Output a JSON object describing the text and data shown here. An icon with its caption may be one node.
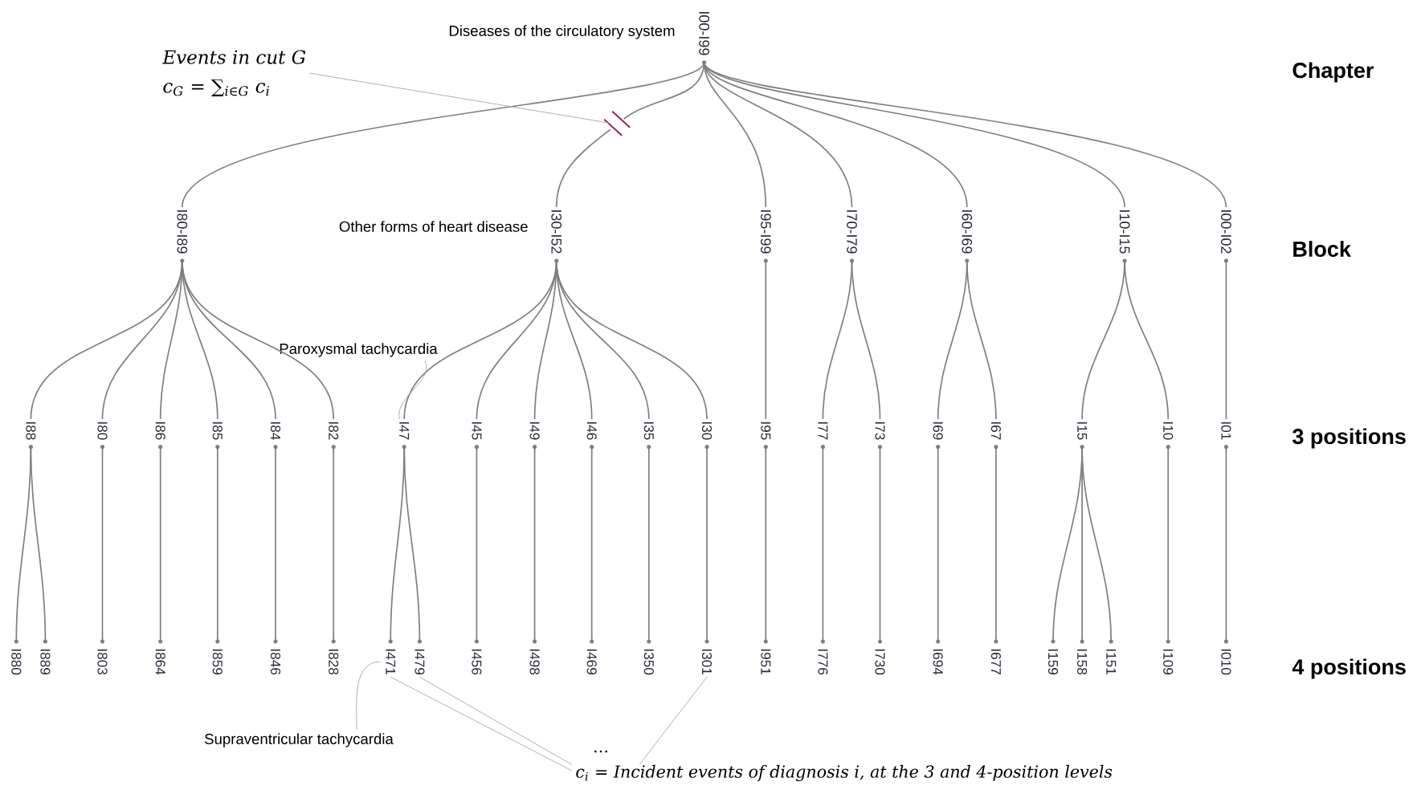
{
  "diagram": {
    "nodes": [
      {
        "text": [
          "I00-I99"
        ],
        "beside": [
          "Diseases of the circulatory system"
        ]
      },
      {
        "text": [
          "I80-I89"
        ]
      },
      {
        "text": [
          "I30-I52"
        ],
        "beside": [
          "Other forms of heart disease"
        ]
      },
      {
        "text": [
          "I95-I99"
        ]
      },
      {
        "text": [
          "I70-I79"
        ]
      },
      {
        "text": [
          "I60-I69"
        ]
      },
      {
        "text": [
          "I10-I15"
        ]
      },
      {
        "text": [
          "I00-I02"
        ]
      },
      {
        "text": [
          "I88"
        ]
      },
      {
        "text": [
          "I80"
        ]
      },
      {
        "text": [
          "I86"
        ]
      },
      {
        "text": [
          "I85"
        ]
      },
      {
        "text": [
          "I84"
        ]
      },
      {
        "text": [
          "I82"
        ]
      },
      {
        "text": [
          "I47"
        ]
      },
      {
        "text": [
          "I45"
        ]
      },
      {
        "text": [
          "I49"
        ]
      },
      {
        "text": [
          "I46"
        ]
      },
      {
        "text": [
          "I35"
        ]
      },
      {
        "text": [
          "I30"
        ]
      },
      {
        "text": [
          "I95"
        ]
      },
      {
        "text": [
          "I77"
        ]
      },
      {
        "text": [
          "I73"
        ]
      },
      {
        "text": [
          "I69"
        ]
      },
      {
        "text": [
          "I67"
        ]
      },
      {
        "text": [
          "I15"
        ]
      },
      {
        "text": [
          "I10"
        ]
      },
      {
        "text": [
          "I01"
        ]
      },
      {
        "text": [
          "I880"
        ]
      },
      {
        "text": [
          "I889"
        ]
      },
      {
        "text": [
          "I803"
        ]
      },
      {
        "text": [
          "I864"
        ]
      },
      {
        "text": [
          "I859"
        ]
      },
      {
        "text": [
          "I846"
        ]
      },
      {
        "text": [
          "I828"
        ]
      },
      {
        "text": [
          "I471"
        ]
      },
      {
        "text": [
          "I479"
        ]
      },
      {
        "text": [
          "I456"
        ]
      },
      {
        "text": [
          "I498"
        ]
      },
      {
        "text": [
          "I469"
        ]
      },
      {
        "text": [
          "I350"
        ]
      },
      {
        "text": [
          "I301"
        ]
      },
      {
        "text": [
          "I951"
        ]
      },
      {
        "text": [
          "I776"
        ]
      },
      {
        "text": [
          "I730"
        ]
      },
      {
        "text": [
          "I694"
        ]
      },
      {
        "text": [
          "I677"
        ]
      },
      {
        "text": [
          "I159"
        ]
      },
      {
        "text": [
          "I158"
        ]
      },
      {
        "text": [
          "I151"
        ]
      },
      {
        "text": [
          "I109"
        ]
      },
      {
        "text": [
          "I010"
        ]
      },
      {
        "text": [
          "Paroxysmal tachycardia"
        ]
      },
      {
        "text": [
          "Supraventricular tachycardia"
        ]
      },
      {
        "text": [
          "c$_{i}$ = Incident events of diagnosis i, at the 3 and 4-position levels"
        ],
        "beside": [
          "…"
        ]
      },
      {
        "text": [
          "Events in cut G",
          "c$_{G}$ = ∑$_{i∈G}$ c$_{i}$"
        ]
      },
      {
        "text": [],
        "shape": "slash"
      }
    ],
    "edges": [
      {
        "from": 0,
        "to": 1,
        "arrow": "none"
      },
      {
        "from": 0,
        "to": 56,
        "arrow": "none"
      },
      {
        "from": 56,
        "to": 2,
        "arrow": "none"
      },
      {
        "from": 0,
        "to": 3,
        "arrow": "none"
      },
      {
        "from": 0,
        "to": 4,
        "arrow": "none"
      },
      {
        "from": 0,
        "to": 5,
        "arrow": "none"
      },
      {
        "from": 0,
        "to": 6,
        "arrow": "none"
      },
      {
        "from": 0,
        "to": 7,
        "arrow": "none"
      },
      {
        "from": 1,
        "to": 8,
        "arrow": "none"
      },
      {
        "from": 1,
        "to": 9,
        "arrow": "none"
      },
      {
        "from": 1,
        "to": 10,
        "arrow": "none"
      },
      {
        "from": 1,
        "to": 11,
        "arrow": "none"
      },
      {
        "from": 1,
        "to": 12,
        "arrow": "none"
      },
      {
        "from": 1,
        "to": 13,
        "arrow": "none"
      },
      {
        "from": 2,
        "to": 14,
        "arrow": "none"
      },
      {
        "from": 2,
        "to": 15,
        "arrow": "none"
      },
      {
        "from": 2,
        "to": 16,
        "arrow": "none"
      },
      {
        "from": 2,
        "to": 17,
        "arrow": "none"
      },
      {
        "from": 2,
        "to": 18,
        "arrow": "none"
      },
      {
        "from": 2,
        "to": 19,
        "arrow": "none"
      },
      {
        "from": 3,
        "to": 20,
        "arrow": "none"
      },
      {
        "from": 4,
        "to": 21,
        "arrow": "none"
      },
      {
        "from": 4,
        "to": 22,
        "arrow": "none"
      },
      {
        "from": 5,
        "to": 23,
        "arrow": "none"
      },
      {
        "from": 5,
        "to": 24,
        "arrow": "none"
      },
      {
        "from": 6,
        "to": 25,
        "arrow": "none"
      },
      {
        "from": 6,
        "to": 26,
        "arrow": "none"
      },
      {
        "from": 7,
        "to": 27,
        "arrow": "none"
      },
      {
        "from": 8,
        "to": 28,
        "arrow": "none"
      },
      {
        "from": 8,
        "to": 29,
        "arrow": "none"
      },
      {
        "from": 9,
        "to": 30,
        "arrow": "none"
      },
      {
        "from": 10,
        "to": 31,
        "arrow": "none"
      },
      {
        "from": 11,
        "to": 32,
        "arrow": "none"
      },
      {
        "from": 12,
        "to": 33,
        "arrow": "none"
      },
      {
        "from": 13,
        "to": 34,
        "arrow": "none"
      },
      {
        "from": 14,
        "to": 35,
        "arrow": "none"
      },
      {
        "from": 14,
        "to": 36,
        "arrow": "none"
      },
      {
        "from": 15,
        "to": 37,
        "arrow": "none"
      },
      {
        "from": 16,
        "to": 38,
        "arrow": "none"
      },
      {
        "from": 17,
        "to": 39,
        "arrow": "none"
      },
      {
        "from": 18,
        "to": 40,
        "arrow": "none"
      },
      {
        "from": 19,
        "to": 41,
        "arrow": "none"
      },
      {
        "from": 20,
        "to": 42,
        "arrow": "none"
      },
      {
        "from": 21,
        "to": 43,
        "arrow": "none"
      },
      {
        "from": 22,
        "to": 44,
        "arrow": "none"
      },
      {
        "from": 23,
        "to": 45,
        "arrow": "none"
      },
      {
        "from": 24,
        "to": 46,
        "arrow": "none"
      },
      {
        "from": 25,
        "to": 47,
        "arrow": "none"
      },
      {
        "from": 25,
        "to": 48,
        "arrow": "none"
      },
      {
        "from": 25,
        "to": 49,
        "arrow": "none"
      },
      {
        "from": 26,
        "to": 50,
        "arrow": "none"
      },
      {
        "from": 27,
        "to": 51,
        "arrow": "none"
      },
      {
        "from": 52,
        "to": 14,
        "arrow": "none",
        "color": "#a6a6a6"
      },
      {
        "from": 53,
        "to": 35,
        "arrow": "none",
        "color": "#a6a6a6"
      },
      {
        "from": 54,
        "to": 35,
        "arrow": "none",
        "color": "#a6a6a6"
      },
      {
        "from": 54,
        "to": 36,
        "arrow": "none",
        "color": "#a6a6a6"
      },
      {
        "from": 54,
        "to": 41,
        "arrow": "none",
        "color": "#a6a6a6"
      },
      {
        "from": 55,
        "to": 56,
        "arrow": "none",
        "color": "#a6a6a6"
      }
    ],
    "labels": [
      "Chapter",
      "Block",
      "3 positions",
      "4 positions"
    ]
  }
}
